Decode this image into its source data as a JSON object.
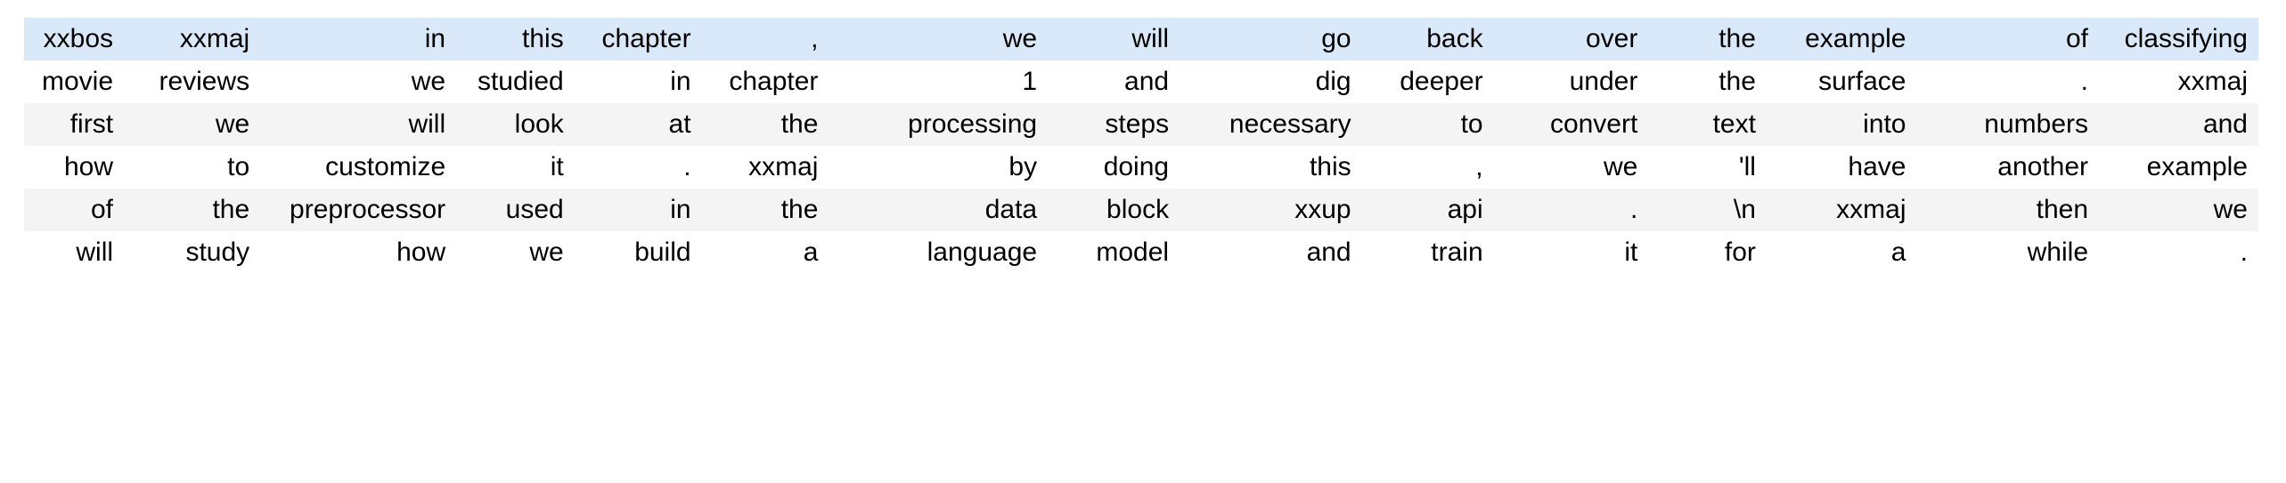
{
  "table": {
    "name": "tokenized-text-dataframe",
    "column_count": 16,
    "row_count": 6,
    "colors": {
      "highlight_row_bg": "#d9e9f9",
      "alt_row_bg": "#f4f4f4",
      "plain_row_bg": "#ffffff",
      "text": "#000000",
      "page_bg": "#ffffff"
    },
    "rows": [
      {
        "style": "row-highlight",
        "cells": [
          "xxbos",
          "xxmaj",
          "in",
          "this",
          "chapter",
          ",",
          "we",
          "will",
          "go",
          "back",
          "over",
          "the",
          "example",
          "of",
          "classifying"
        ]
      },
      {
        "style": "row-plain",
        "cells": [
          "movie",
          "reviews",
          "we",
          "studied",
          "in",
          "chapter",
          "1",
          "and",
          "dig",
          "deeper",
          "under",
          "the",
          "surface",
          ".",
          "xxmaj"
        ]
      },
      {
        "style": "row-alt",
        "cells": [
          "first",
          "we",
          "will",
          "look",
          "at",
          "the",
          "processing",
          "steps",
          "necessary",
          "to",
          "convert",
          "text",
          "into",
          "numbers",
          "and"
        ]
      },
      {
        "style": "row-plain",
        "cells": [
          "how",
          "to",
          "customize",
          "it",
          ".",
          "xxmaj",
          "by",
          "doing",
          "this",
          ",",
          "we",
          "'ll",
          "have",
          "another",
          "example"
        ]
      },
      {
        "style": "row-alt",
        "cells": [
          "of",
          "the",
          "preprocessor",
          "used",
          "in",
          "the",
          "data",
          "block",
          "xxup",
          "api",
          ".",
          "\\n",
          "xxmaj",
          "then",
          "we"
        ]
      },
      {
        "style": "row-plain",
        "cells": [
          "will",
          "study",
          "how",
          "we",
          "build",
          "a",
          "language",
          "model",
          "and",
          "train",
          "it",
          "for",
          "a",
          "while",
          "."
        ]
      }
    ]
  }
}
